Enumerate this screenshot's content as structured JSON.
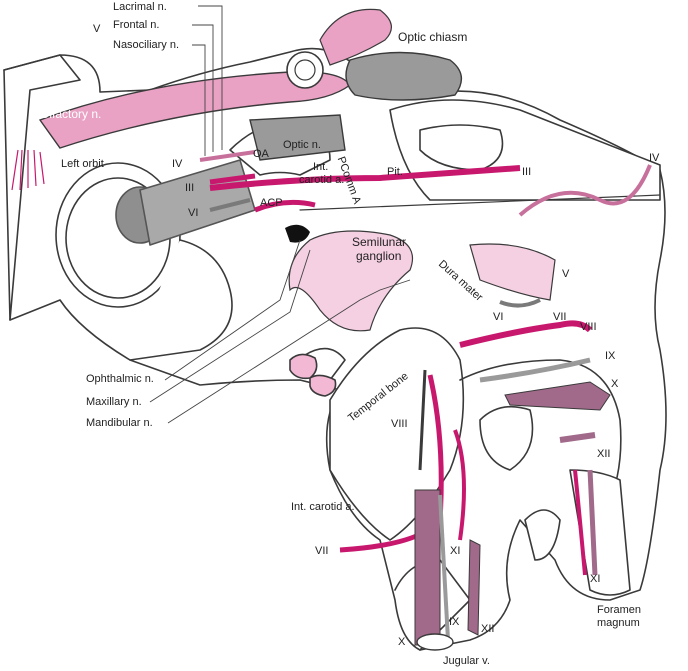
{
  "colors": {
    "magenta": "#c8186e",
    "pink": "#e9a1c4",
    "light_pink": "#f5cfe2",
    "mauve": "#a16a8a",
    "gray": "#9a9a9a",
    "dark_gray": "#7a7a7a",
    "outline": "#3a3a3a"
  },
  "labels": {
    "v_group": "V",
    "lacrimal": "Lacrimal n.",
    "frontal": "Frontal n.",
    "nasociliary": "Nasociliary n.",
    "optic_chiasm": "Optic chiasm",
    "olfactory": "Olfactory n.",
    "optic_n": "Optic n.",
    "oa": "OA",
    "int_carotid_top_1": "Int.",
    "int_carotid_top_2": "carotid a.",
    "pcomm_a": "PComm A",
    "pit": "Pit.",
    "left_orbit": "Left orbit",
    "iv_orbit": "IV",
    "iii_orbit": "III",
    "vi_orbit": "VI",
    "acp": "ACP",
    "iii_right": "III",
    "iv_right": "IV",
    "semilunar_1": "Semilunar",
    "semilunar_2": "ganglion",
    "dura_mater": "Dura mater",
    "v_right": "V",
    "vi_right": "VI",
    "vii_right": "VII",
    "viii_right": "VIII",
    "ix_right": "IX",
    "x_right": "X",
    "xii_right": "XII",
    "ophthalmic": "Ophthalmic n.",
    "maxillary": "Maxillary n.",
    "mandibular": "Mandibular n.",
    "temporal_bone": "Temporal bone",
    "viii_lower": "VIII",
    "int_carotid_lower": "Int. carotid a.",
    "vii_lower": "VII",
    "xi_mid": "XI",
    "x_lower": "X",
    "ix_lower": "IX",
    "xii_lower": "XII",
    "jugular": "Jugular v.",
    "foramen_1": "Foramen",
    "foramen_2": "magnum",
    "xi_lower": "XI"
  }
}
